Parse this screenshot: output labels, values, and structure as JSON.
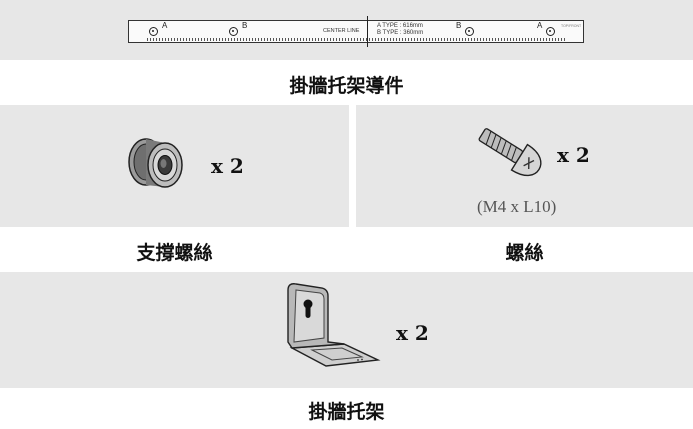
{
  "guide": {
    "caption": "掛牆托架導件",
    "hole_labels": [
      "A",
      "B",
      "B",
      "A"
    ],
    "center_label": "CENTER LINE",
    "type_a": "A TYPE : 616mm",
    "type_b": "B TYPE : 360mm",
    "corner_mark": "TOP/FRONT"
  },
  "spacer": {
    "caption": "支撐螺絲",
    "quantity": "x 2"
  },
  "screw": {
    "caption": "螺絲",
    "quantity": "x 2",
    "spec": "(M4 x L10)"
  },
  "bracket": {
    "caption": "掛牆托架",
    "quantity": "x 2"
  }
}
